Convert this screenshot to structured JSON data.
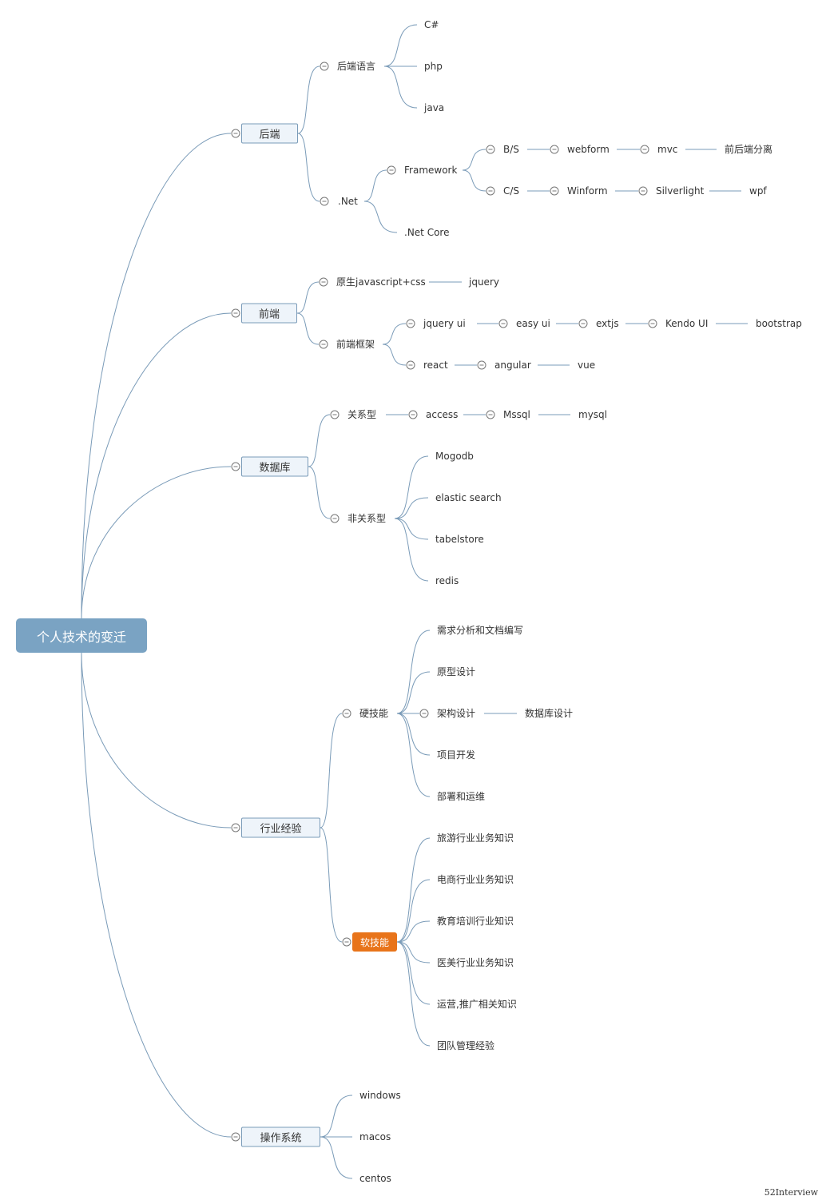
{
  "root": "个人技术的变迁",
  "branches": {
    "backend": "后端",
    "frontend": "前端",
    "database": "数据库",
    "industry": "行业经验",
    "os": "操作系统"
  },
  "backend": {
    "lang": "后端语言",
    "c_sharp": "C#",
    "php": "php",
    "java": "java",
    "dotnet": ".Net",
    "framework": "Framework",
    "bs": "B/S",
    "webform": "webform",
    "mvc": "mvc",
    "separation": "前后端分离",
    "cs": "C/S",
    "winform": "Winform",
    "silverlight": "Silverlight",
    "wpf": "wpf",
    "netcore": ".Net Core"
  },
  "frontend": {
    "native": "原生javascript+css",
    "jquery": "jquery",
    "frameworks": "前端框架",
    "jqueryui": "jquery ui",
    "easyui": "easy ui",
    "extjs": "extjs",
    "kendo": "Kendo UI",
    "bootstrap": "bootstrap",
    "react": "react",
    "angular": "angular",
    "vue": "vue"
  },
  "database": {
    "relational": "关系型",
    "access": "access",
    "mssql": "Mssql",
    "mysql": "mysql",
    "nonrelational": "非关系型",
    "mogodb": "Mogodb",
    "elastic": "elastic search",
    "tabelstore": "tabelstore",
    "redis": "redis"
  },
  "industry": {
    "hard": "硬技能",
    "req": "需求分析和文档编写",
    "proto": "原型设计",
    "arch": "架构设计",
    "dbdesign": "数据库设计",
    "dev": "项目开发",
    "deploy": "部署和运维",
    "soft": "软技能",
    "travel": "旅游行业业务知识",
    "ecom": "电商行业业务知识",
    "edu": "教育培训行业知识",
    "med": "医美行业业务知识",
    "ops": "运营,推广相关知识",
    "team": "团队管理经验"
  },
  "os": {
    "windows": "windows",
    "macos": "macos",
    "centos": "centos"
  },
  "watermark": "52Interview",
  "colors": {
    "root": "#7aa3c3",
    "line": "#7a9bb8",
    "highlight": "#e8741a"
  }
}
